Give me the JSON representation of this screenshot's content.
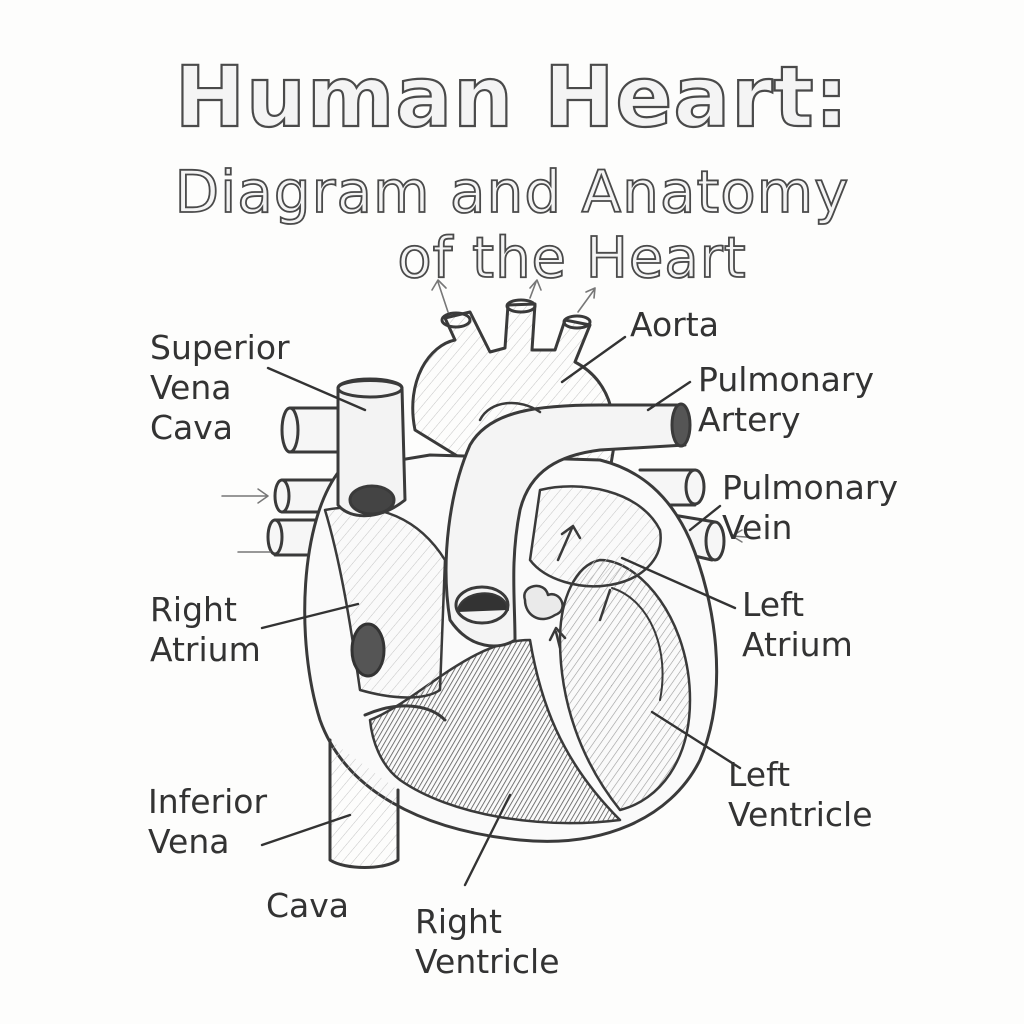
{
  "title": {
    "line1": "Human Heart:",
    "line2": "Diagram and Anatomy",
    "line3": "of the Heart"
  },
  "labels": {
    "superior_vena_cava": "Superior\nVena\nCava",
    "aorta": "Aorta",
    "pulmonary_artery": "Pulmonary\nArtery",
    "pulmonary_vein": "Pulmonary\nVein",
    "right_atrium": "Right\nAtrium",
    "left_atrium": "Left\nAtrium",
    "left_ventricle": "Left\nVentricle",
    "inferior_vena_cava": "Inferior\nVena",
    "cava": "Cava",
    "right_ventricle": "Right\nVentricle"
  },
  "colors": {
    "ink": "#3a3a3a",
    "shade": "#9a9a9a",
    "dark_shade": "#5a5a5a",
    "paper": "#fdfdfc"
  }
}
